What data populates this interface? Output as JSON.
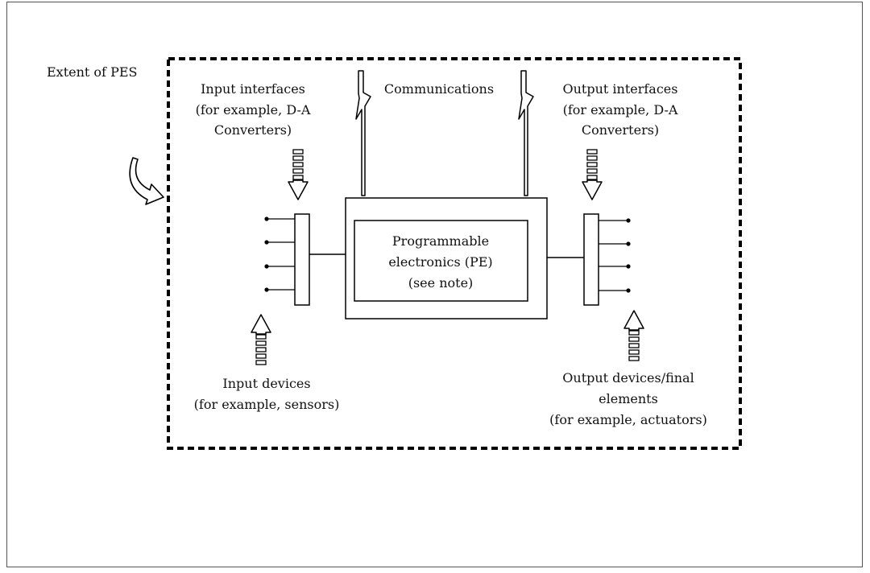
{
  "labels": {
    "extent": "Extent of PES",
    "communications": "Communications",
    "input_interfaces": [
      "Input interfaces",
      "(for example, D-A",
      "Converters)"
    ],
    "output_interfaces": [
      "Output interfaces",
      "(for example, D-A",
      "Converters)"
    ],
    "pe": [
      "Programmable",
      "electronics (PE)",
      "(see note)"
    ],
    "input_devices": [
      "Input devices",
      "(for example, sensors)"
    ],
    "output_devices": [
      "Output devices/final",
      "elements",
      "(for example, actuators)"
    ]
  },
  "colors": {
    "line": "#000000",
    "background": "#ffffff",
    "text": "#111111"
  }
}
